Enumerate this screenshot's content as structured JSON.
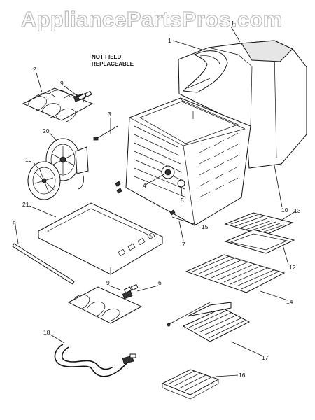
{
  "watermark": "AppliancePartsPros.com",
  "note": [
    "NOT FIELD",
    "REPLACEABLE"
  ],
  "callouts": {
    "c1": "1",
    "c11": "11",
    "c2": "2",
    "c9a": "9",
    "c3": "3",
    "c20": "20",
    "c19": "19",
    "c4": "4",
    "c5": "5",
    "c10": "10",
    "c21": "21",
    "c13": "13",
    "c15": "15",
    "c8": "8",
    "c7": "7",
    "c12": "12",
    "c9b": "9",
    "c6": "6",
    "c14": "14",
    "c18": "18",
    "c17": "17",
    "c16": "16"
  }
}
